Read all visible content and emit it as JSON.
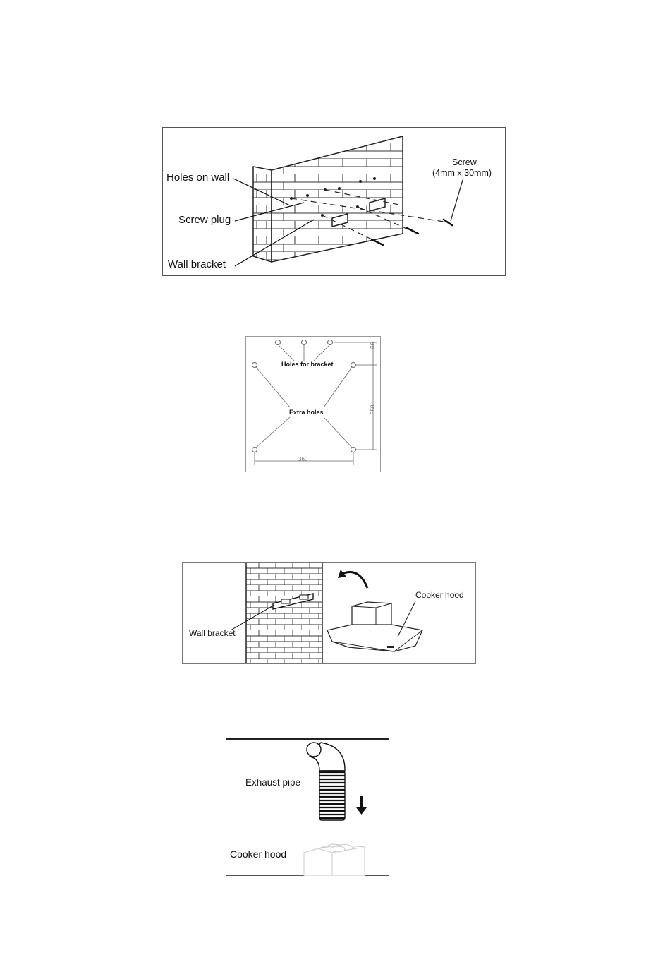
{
  "figure1": {
    "holes_on_wall": "Holes on wall",
    "screw_plug": "Screw plug",
    "wall_bracket": "Wall bracket",
    "screw": "Screw",
    "screw_size": "(4mm x 30mm)"
  },
  "figure2": {
    "holes_for_bracket": "Holes for bracket",
    "extra_holes": "Extra holes",
    "dim_top": "66",
    "dim_vertical": "350",
    "dim_horizontal": "360"
  },
  "figure3": {
    "wall_bracket": "Wall bracket",
    "cooker_hood": "Cooker hood"
  },
  "figure4": {
    "exhaust_pipe": "Exhaust pipe",
    "cooker_hood": "Cooker hood"
  }
}
